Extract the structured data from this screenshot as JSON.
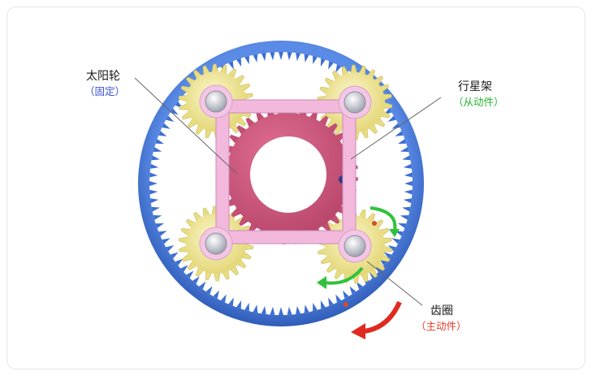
{
  "labels": {
    "sun": {
      "name": "太阳轮",
      "role": "（固定）",
      "role_color": "#3a50d6"
    },
    "carrier": {
      "name": "行星架",
      "role": "（从动件）",
      "role_color": "#22b52b"
    },
    "ring": {
      "name": "齿圈",
      "role": "（主动件）",
      "role_color": "#e03a2a"
    }
  },
  "colors": {
    "ring_gear": "#3d6fd1",
    "sun_gear": "#cf5a7f",
    "planet_gear": "#f2eaa0",
    "carrier": "#f2b9dd",
    "arrow_green": "#2fc23a",
    "arrow_red": "#e02a20"
  },
  "icons": [
    "sun-gear-icon",
    "planet-gear-icon",
    "ring-gear-icon",
    "rotation-arrow-icon"
  ]
}
